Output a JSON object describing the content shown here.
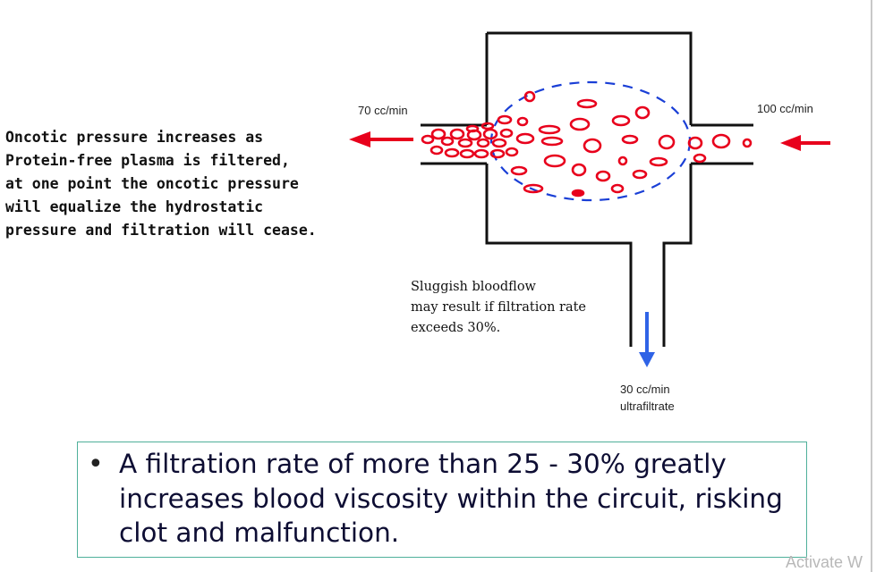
{
  "left_text": {
    "lines": [
      "Oncotic pressure increases as",
      "Protein-free plasma is filtered,",
      "at one point the oncotic pressure",
      "will equalize the hydrostatic",
      "pressure and filtration will cease."
    ]
  },
  "diagram": {
    "inflow_rate": "100 cc/min",
    "outflow_rate": "70 cc/min",
    "ultrafiltrate_rate": "30 cc/min",
    "ultrafiltrate_label": "ultrafiltrate",
    "note_lines": [
      "Sluggish bloodflow",
      "may result if filtration rate",
      "exceeds 30%."
    ],
    "colors": {
      "cells": "#e8001c",
      "dashed_boundary": "#1a3fd6",
      "arrow_red": "#e8001c",
      "arrow_blue": "#2f63e6"
    }
  },
  "callout": {
    "bullet": "•",
    "text": "A filtration rate of more than 25 - 30% greatly increases blood viscosity within the circuit, risking clot and malfunction.",
    "border_color": "#4fb09a"
  },
  "watermark": "Activate W"
}
